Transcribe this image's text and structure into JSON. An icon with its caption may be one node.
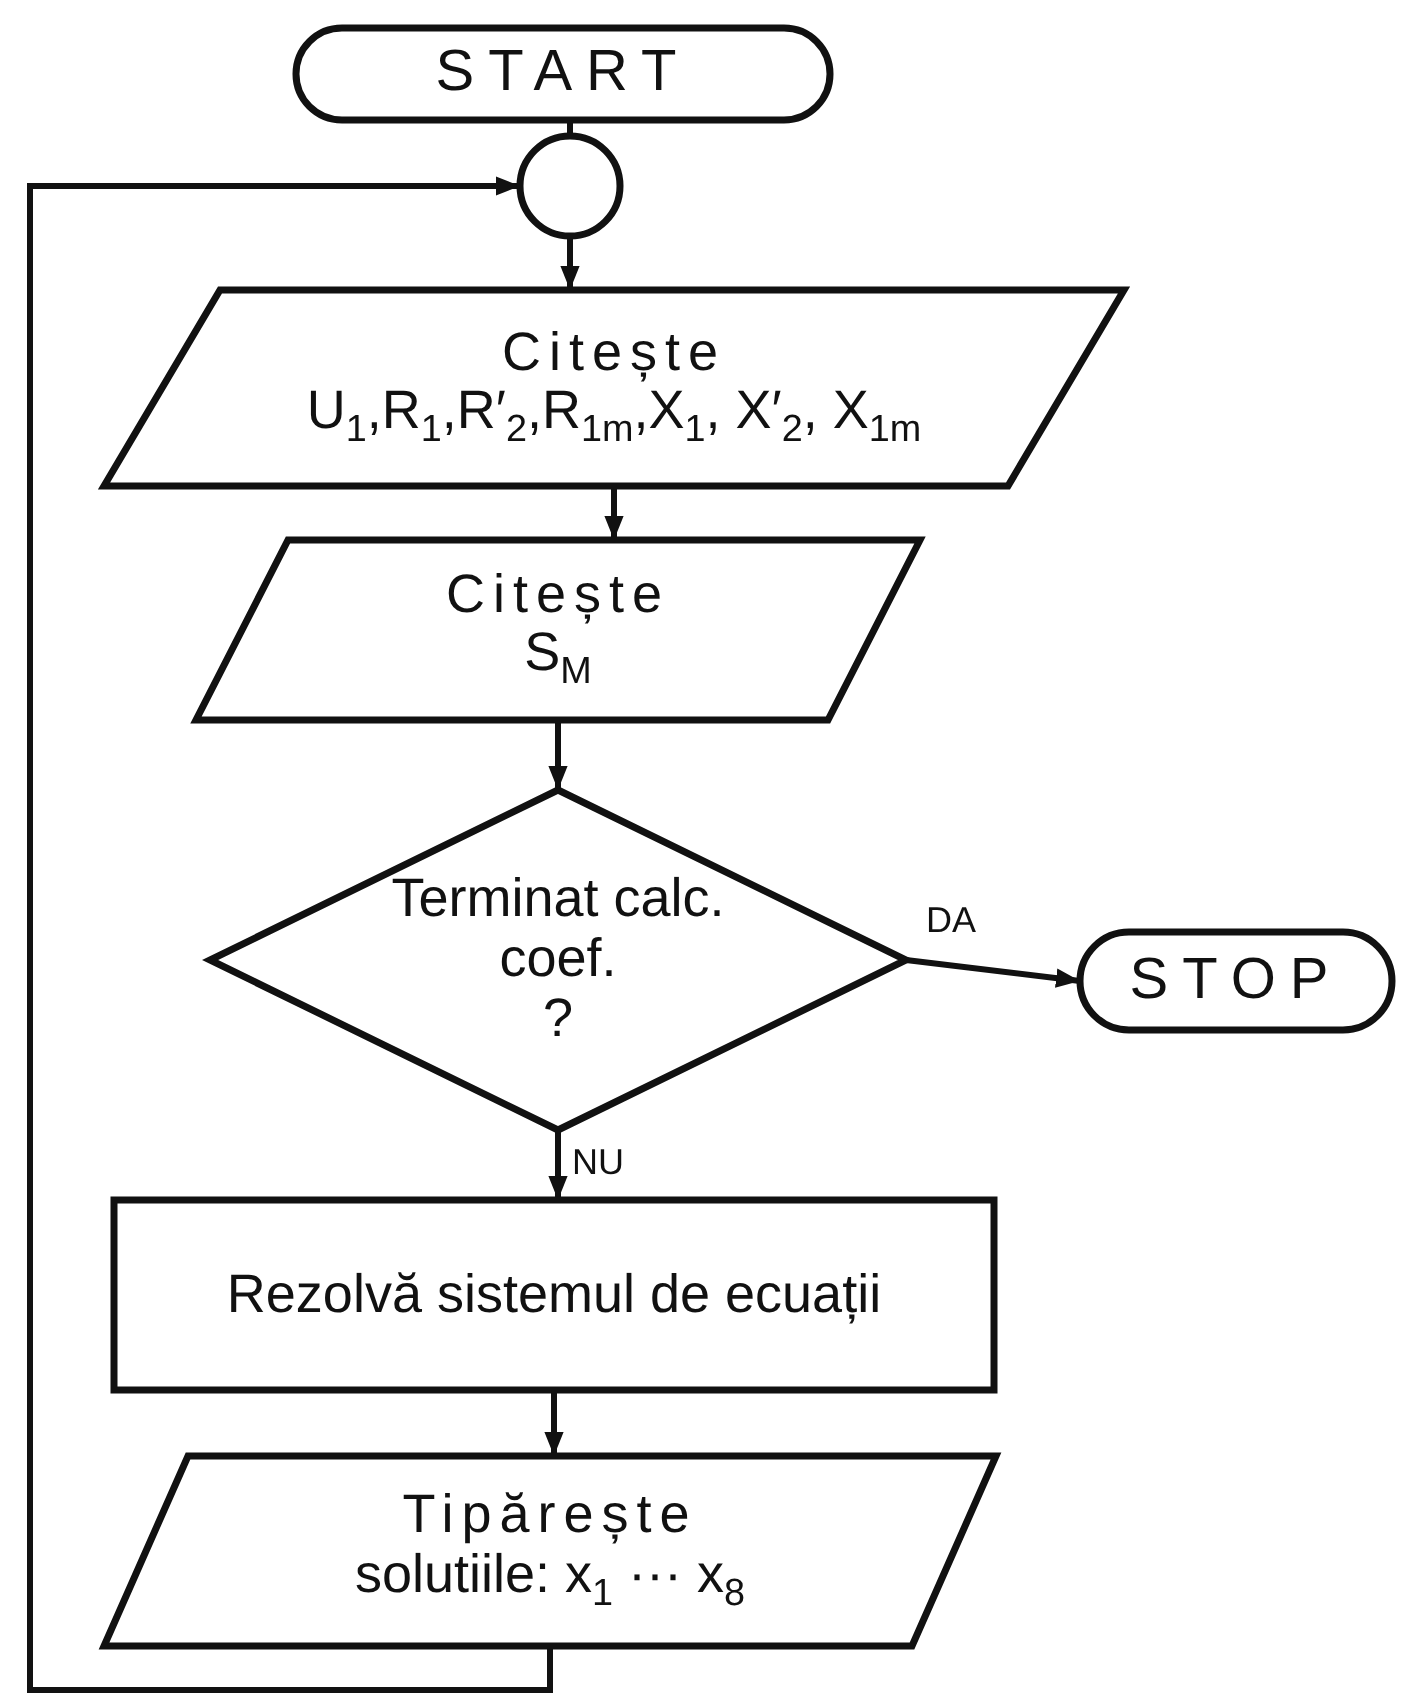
{
  "diagram": {
    "nodes": [
      {
        "text": [
          "START"
        ]
      },
      {
        "text": [],
        "shape": "circle"
      },
      {
        "text": [
          "Citește",
          "U$_{1}$,R$_{1}$,R′$_{2}$,R$_{1m}$,X$_{1}$, X′$_{2}$, X$_{1m}$"
        ]
      },
      {
        "text": [
          "Citește",
          "S$_{M}$"
        ]
      },
      {
        "text": [
          "Terminat calc. coef.",
          "?"
        ]
      },
      {
        "text": [
          "STOP"
        ]
      },
      {
        "text": [
          "Rezolvă sistemul de ecuații"
        ]
      },
      {
        "text": [
          "Tipărește",
          "solutiile: x$_{1}$ ··· x$_{8}$"
        ]
      }
    ],
    "edges": [
      {
        "from": 0,
        "to": 1,
        "arrow": "none"
      },
      {
        "from": 1,
        "to": 2,
        "arrow": "to"
      },
      {
        "from": 2,
        "to": 3,
        "arrow": "to"
      },
      {
        "from": 3,
        "to": 4,
        "arrow": "to"
      },
      {
        "from": 4,
        "to": 5,
        "label": "DA",
        "arrow": "to"
      },
      {
        "from": 4,
        "to": 6,
        "label": "NU",
        "arrow": "to"
      },
      {
        "from": 6,
        "to": 7,
        "arrow": "to"
      },
      {
        "from": 7,
        "to": 1,
        "arrow": "to"
      }
    ]
  }
}
